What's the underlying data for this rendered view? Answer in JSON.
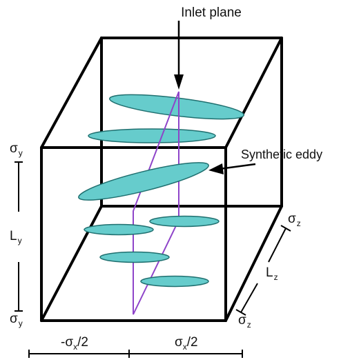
{
  "labels": {
    "inlet_plane": "Inlet plane",
    "synthetic_eddy": "Synthetic eddy",
    "sigma_y_top": {
      "base": "σ",
      "sub": "y"
    },
    "L_y": {
      "base": "L",
      "sub": "y"
    },
    "sigma_y_bottom": {
      "base": "σ",
      "sub": "y"
    },
    "sigma_z_top": {
      "base": "σ",
      "sub": "z"
    },
    "L_z": {
      "base": "L",
      "sub": "z"
    },
    "sigma_z_bottom": {
      "base": "σ",
      "sub": "z"
    },
    "neg_half_sigma_x": {
      "pre": "-σ",
      "sub": "x",
      "post": "/2"
    },
    "half_sigma_x": {
      "pre": "σ",
      "sub": "x",
      "post": "/2"
    }
  },
  "colors": {
    "box_edge": "#000000",
    "eddy_fill": "#66cccc",
    "eddy_stroke": "#1f6f6f",
    "inlet_plane": "#8e44c9"
  }
}
